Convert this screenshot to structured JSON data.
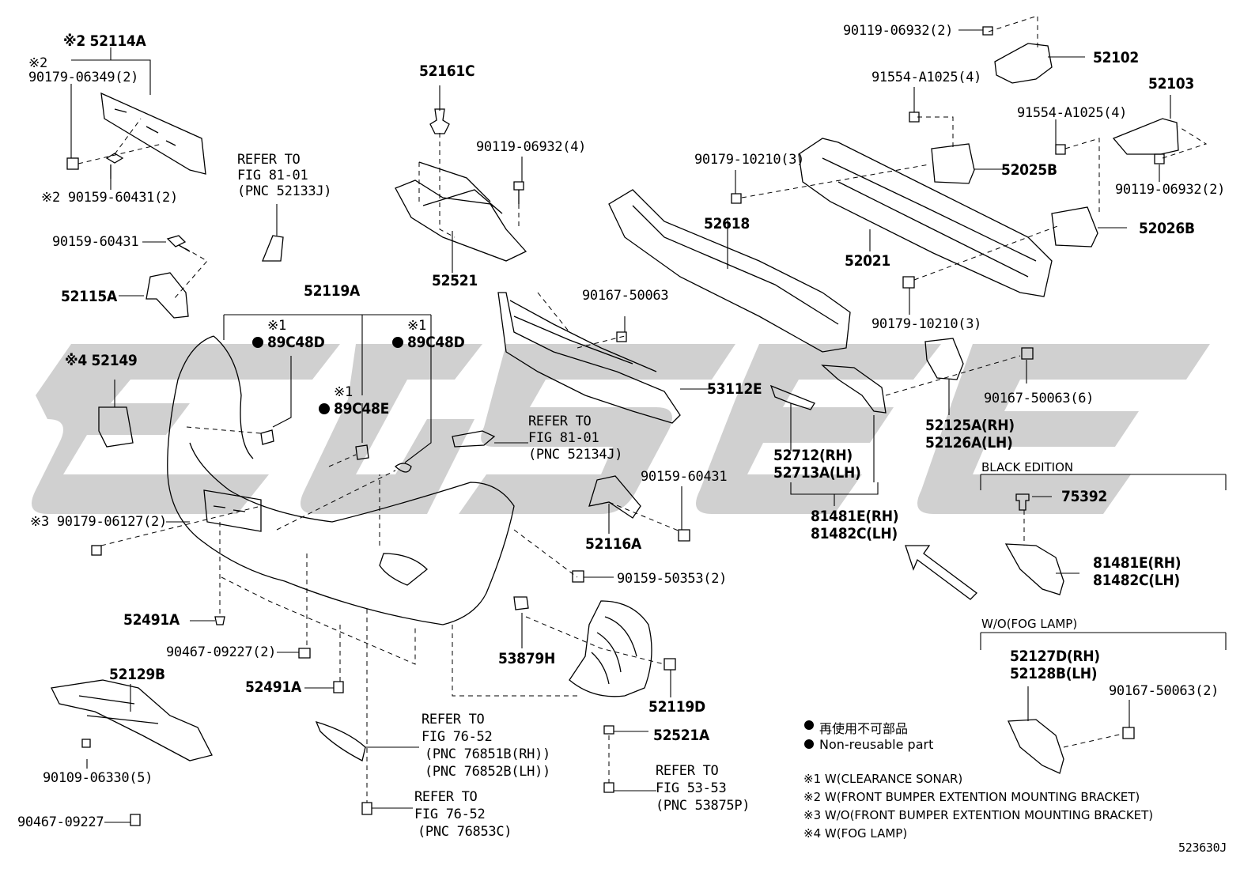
{
  "diagram_code": "523630J",
  "section_black_edition": "BLACK EDITION",
  "section_wo_fog": "W/O(FOG LAMP)",
  "legend": {
    "line1": "再使用不可部品",
    "line2": "Non-reusable part",
    "n1": "※1 W(CLEARANCE SONAR)",
    "n2": "※2 W(FRONT BUMPER EXTENTION MOUNTING BRACKET)",
    "n3": "※3 W/O(FRONT BUMPER EXTENTION MOUNTING BRACKET)",
    "n4": "※4 W(FOG LAMP)"
  },
  "labels": {
    "l01": "※2 52114A",
    "l02": "※2",
    "l03": "90179-06349(2)",
    "l04": "※2 90159-60431(2)",
    "l05": "90159-60431",
    "l06": "52115A",
    "l07": "※4 52149",
    "l08": "REFER TO",
    "l09": "FIG 81-01",
    "l10": "(PNC 52133J)",
    "l11": "52161C",
    "l12": "90119-06932(4)",
    "l13": "52521",
    "l14": "52119A",
    "l15": "※1",
    "l16": "89C48D",
    "l17": "※1",
    "l18": "89C48D",
    "l19": "※1",
    "l20": "89C48E",
    "l21": "※3 90179-06127(2)",
    "l22": "52491A",
    "l23": "90467-09227(2)",
    "l24": "52491A",
    "l25": "52129B",
    "l26": "90109-06330(5)",
    "l27": "90467-09227",
    "l28": "REFER TO",
    "l29": "FIG 76-52",
    "l30": "(PNC 76851B(RH))",
    "l31": "(PNC 76852B(LH))",
    "l32": "REFER TO",
    "l33": "FIG 76-52",
    "l34": "(PNC 76853C)",
    "l35": "REFER TO",
    "l36": "FIG 81-01",
    "l37": "(PNC 52134J)",
    "l38": "90167-50063",
    "l39": "53112E",
    "l40": "90159-60431",
    "l41": "52116A",
    "l42": "90159-50353(2)",
    "l43": "53879H",
    "l44": "52119D",
    "l45": "52521A",
    "l46": "REFER TO",
    "l47": "FIG 53-53",
    "l48": "(PNC 53875P)",
    "l49": "90179-10210(3)",
    "l50": "52618",
    "l51": "52021",
    "l52": "90179-10210(3)",
    "l53": "52712(RH)",
    "l54": "52713A(LH)",
    "l55": "81481E(RH)",
    "l56": "81482C(LH)",
    "l57": "90119-06932(2)",
    "l58": "52102",
    "l59": "91554-A1025(4)",
    "l60": "52025B",
    "l61": "91554-A1025(4)",
    "l62": "52103",
    "l63": "90119-06932(2)",
    "l64": "52026B",
    "l65": "90167-50063(6)",
    "l66": "52125A(RH)",
    "l67": "52126A(LH)",
    "l68": "75392",
    "l69": "81481E(RH)",
    "l70": "81482C(LH)",
    "l71": "52127D(RH)",
    "l72": "52128B(LH)",
    "l73": "90167-50063(2)"
  }
}
